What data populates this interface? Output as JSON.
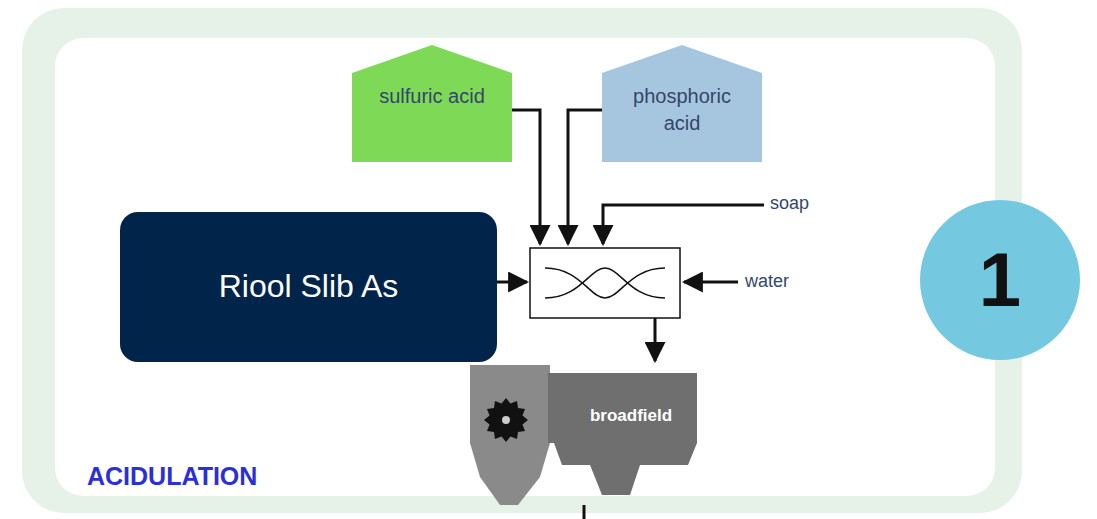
{
  "diagram": {
    "nodes": [
      {
        "text": [
          "sulfuric acid"
        ]
      },
      {
        "text": [
          "phosphoric acid"
        ]
      },
      {
        "text": [
          "Riool Slib As"
        ]
      },
      {
        "text": [
          "broadfield"
        ]
      },
      {
        "text": [
          "1"
        ]
      }
    ],
    "labels": [
      "soap",
      "water",
      "ACIDULATION"
    ]
  }
}
